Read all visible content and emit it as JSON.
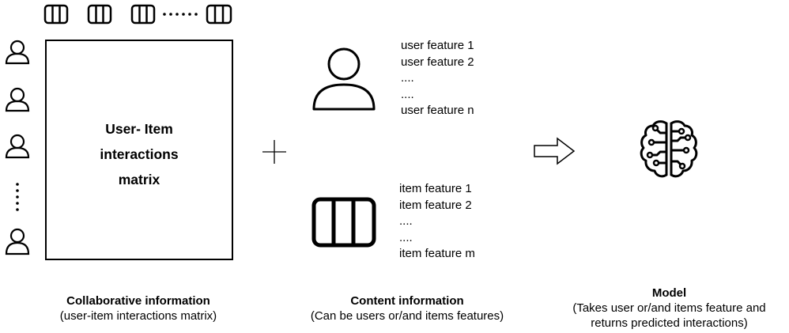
{
  "matrix": {
    "label_lines": [
      "User- Item",
      "interactions",
      "matrix"
    ]
  },
  "user_features": [
    "user feature 1",
    "user feature 2",
    "....",
    "....",
    "user feature n"
  ],
  "item_features": [
    "item feature 1",
    "item feature 2",
    "....",
    "....",
    "item feature m"
  ],
  "captions": {
    "collaborative": {
      "title": "Collaborative information",
      "subtitle": "(user-item interactions matrix)"
    },
    "content": {
      "title": "Content information",
      "subtitle": "(Can be users or/and items features)"
    },
    "model": {
      "title": "Model",
      "line1": "(Takes user or/and items feature and",
      "line2": "returns predicted interactions)"
    }
  },
  "icons": {
    "column_headers": "item-icon",
    "row_headers": "user-icon",
    "content_user": "user-icon",
    "content_item": "item-icon",
    "operator": "plus-icon",
    "arrow": "arrow-right-icon",
    "model": "brain-circuit-icon"
  }
}
